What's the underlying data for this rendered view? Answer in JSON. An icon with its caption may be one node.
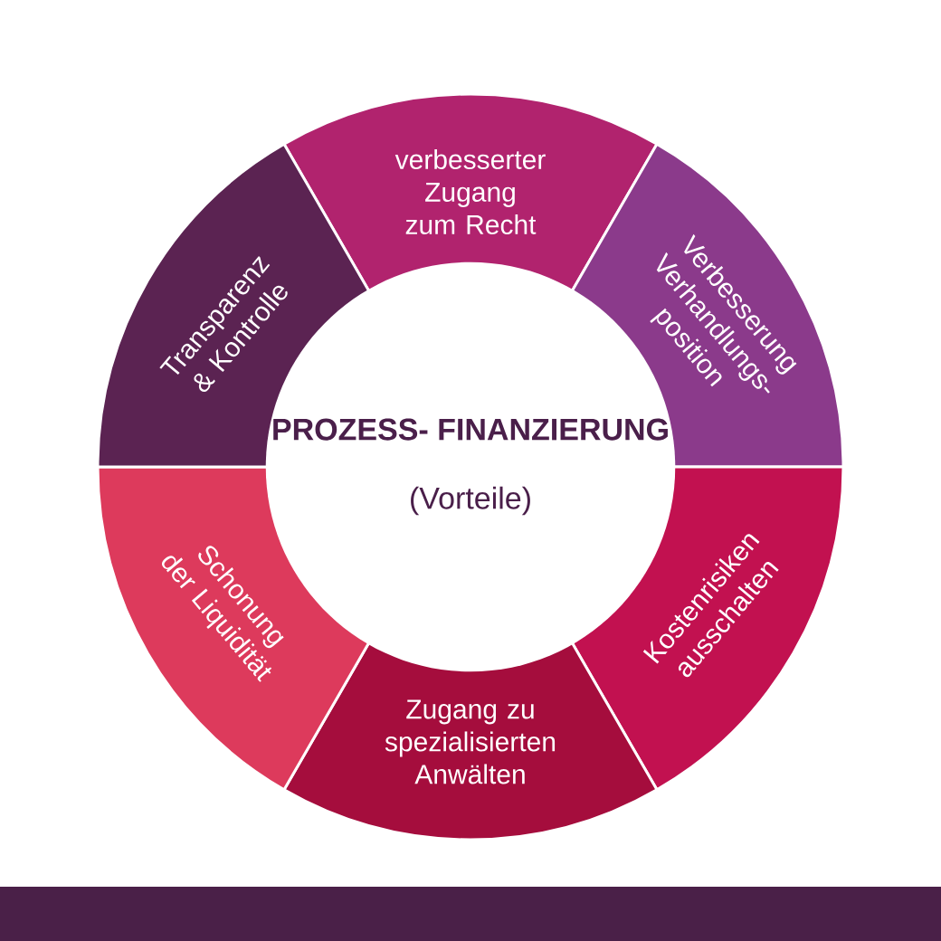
{
  "diagram": {
    "nodes": [
      {
        "text": [
          "verbesserter Zugang zum Recht"
        ]
      },
      {
        "text": [
          "Verbesserung Verhandlungs- position"
        ]
      },
      {
        "text": [
          "Kostenrisiken ausschalten"
        ]
      },
      {
        "text": [
          "Zugang zu spezialisierten Anwälten"
        ]
      },
      {
        "text": [
          "Schonung der Liquidität"
        ]
      },
      {
        "text": [
          "Transparenz & Kontrolle"
        ]
      },
      {
        "text": [
          "PROZESS- FINANZIERUNG",
          "(Vorteile)"
        ]
      }
    ]
  }
}
